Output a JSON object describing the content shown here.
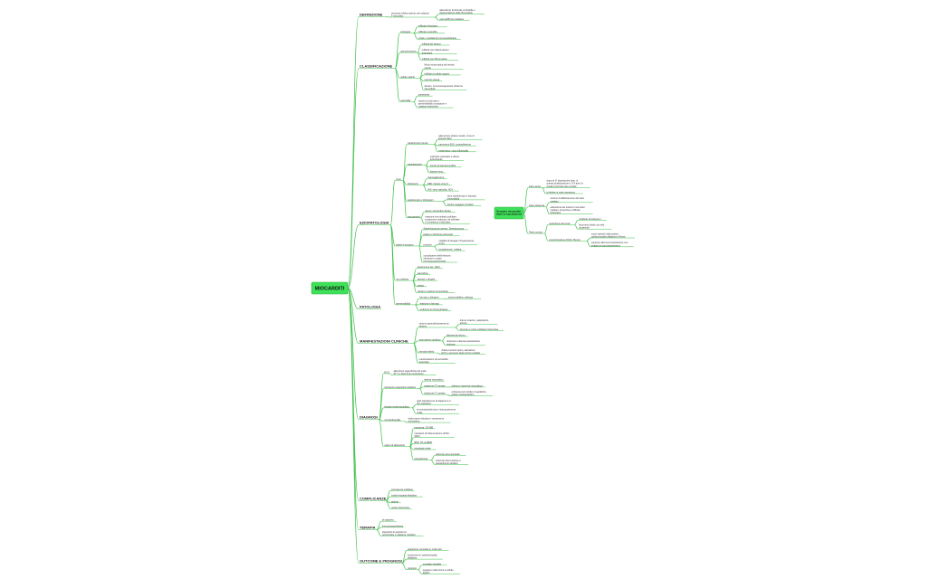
{
  "mindmap": {
    "root": "MIOCARDITI",
    "floating": {
      "label": "Sospetto miocardite dopo la vaccinazione",
      "children": [
        {
          "label": "Fase acuta",
          "children": [
            {
              "label": "dopo la 2ª dose/poche dosi, in questa pubblicazione in 3-5 anni di analisi ipotizzata dai comitati"
            },
            {
              "label": "la febbre si vede transitoria"
            }
          ]
        },
        {
          "label": "Fase subacuta",
          "children": [
            {
              "label": "sintomi di affaticamento dei fasci cardiaci"
            },
            {
              "label": "attivazione dei sistemi immunitari cardiaci, troponina e infiltrato linfocitario"
            }
          ]
        },
        {
          "label": "Fase cronica",
          "children": [
            {
              "label": "guarigione del cuore",
              "children": [
                {
                  "label": "restituito ad integrum"
                },
                {
                  "label": "fenomeni ridotti con esiti cicatriziali"
                }
              ]
            },
            {
              "label": "cronicizzazione (DCM, fibrosi)",
              "children": [
                {
                  "label": "nuovi episodi infiammatori, cardiomiopatia dilatativa e fibrosi"
                },
                {
                  "label": "supporto alla somministrazione con terapia immunosoppressiva"
                }
              ]
            }
          ]
        }
      ]
    },
    "branches": [
      {
        "label": "DEFINIZIONE",
        "children": [
          {
            "label": "processo infiammatorio che colpisce il miocardio",
            "children": [
              {
                "label": "alterazione funzionale contrattile e degenerazione delle fibrocellule"
              },
              {
                "label": "necrosi/fibrosi cardiaca"
              }
            ]
          }
        ]
      },
      {
        "label": "CLASSIFICAZIONE",
        "children": [
          {
            "label": "istologica",
            "children": [
              {
                "label": "infiltrato linfocitario"
              },
              {
                "label": "infiltrato eosinofilo"
              },
              {
                "label": "mista o mediata da immunoglobuline"
              }
            ]
          },
          {
            "label": "granulomatosa",
            "children": [
              {
                "label": "infiltrati dei tessuti"
              },
              {
                "label": "infiltrati con infiammazioni granulomi"
              },
              {
                "label": "infiltrati con fibrosi attiva"
              }
            ]
          },
          {
            "label": "cellule giganti",
            "children": [
              {
                "label": "fibrosi sintomatica dei tessuti grandi"
              },
              {
                "label": "infiltrati di cellule giganti"
              },
              {
                "label": "necrosi estesa"
              },
              {
                "label": "denaro: immunosoppressivi riducono vita cellule"
              }
            ]
          },
          {
            "label": "eosinofila",
            "children": [
              {
                "label": "parassitosi"
              },
              {
                "label": "reazioni ai farmaci e ipersensibilità a sostanze e malattie sistemiche"
              }
            ]
          }
        ]
      },
      {
        "label": "EZIOPATOLOGIA",
        "children": [
          {
            "label": "virus",
            "children": [
              {
                "label": "cardiotropici primari",
                "children": [
                  {
                    "label": "adenovirus (Adeno virale), virus di Epstein-Barr"
                  },
                  {
                    "label": "parvovirus B19, coxsackievirus"
                  },
                  {
                    "label": "enterovirus, virus influenzale"
                  }
                ]
              },
              {
                "label": "vasculotropici",
                "children": [
                  {
                    "label": "endotelio vascolare e danno all'endotelio"
                  },
                  {
                    "label": "rischio di parvovirus B19"
                  },
                  {
                    "label": "herpes virus"
                  }
                ]
              },
              {
                "label": "linfotropici",
                "children": [
                  {
                    "label": "citomegalovirus"
                  },
                  {
                    "label": "EBV, herpes virus 6"
                  },
                  {
                    "label": "HIV, virus varicella, HCV"
                  }
                ]
              },
              {
                "label": "cardiotropici e linfotropici",
                "children": [
                  {
                    "label": "virus cardiotropici e risposta immunitaria"
                  },
                  {
                    "label": "rischio maggiore di infarti"
                  }
                ]
              },
              {
                "label": "meccanismi",
                "children": [
                  {
                    "label": "danno miocardico diretto"
                  },
                  {
                    "label": "reazione immunitaria cellulare, produzione anticorpi, lisi cellulare e mimetismo molecolare"
                  }
                ]
              }
            ]
          },
          {
            "label": "batteri e protozoi",
            "children": [
              {
                "label": "Staphylococcus aureus, Streptococcus"
              },
              {
                "label": "batteri e infezione polmonari"
              },
              {
                "label": "protozoi",
                "children": [
                  {
                    "label": "malattia di Chagas (Trypanosoma cruzi)"
                  },
                  {
                    "label": "toxoplasmosi, malaria"
                  }
                ]
              },
              {
                "label": "complicanze dell'infezione, infezione in ospiti immunocompromessi"
              }
            ]
          },
          {
            "label": "non infettive",
            "children": [
              {
                "label": "autoimmuni (es. LES)"
              },
              {
                "label": "sarcoidosi"
              },
              {
                "label": "farmaci e droghe"
              },
              {
                "label": "tossici"
              },
              {
                "label": "vaccini e reazioni immunitarie"
              }
            ]
          },
          {
            "label": "ipersensibilità",
            "children": [
              {
                "label": "farmaci o allergeni",
                "children": [
                  {
                    "label": "ipersensibilità o allergia"
                  }
                ]
              },
              {
                "label": "reazione a farmaci"
              },
              {
                "label": "sindrome di Churg-Strauss"
              }
            ]
          }
        ]
      },
      {
        "label": "PATOLOGIA",
        "children": []
      },
      {
        "label": "MANIFESTAZIONI CLINICHE",
        "children": [
          {
            "label": "sintomi aspecifici/assenza di sintomi",
            "children": [
              {
                "label": "dolore toracico, palpitazioni, aritmie"
              },
              {
                "label": "sincope e morte cardiaca improvvisa"
              }
            ]
          },
          {
            "label": "scompenso cardiaco",
            "children": [
              {
                "label": "dispnea da sforzo"
              },
              {
                "label": "ortopnea e dispnea parossistica notturna"
              }
            ]
          },
          {
            "label": "pseudo-infarto",
            "children": [
              {
                "label": "dolore toracico tipico, alterazioni ECG e aumento degli enzimi cardiaci"
              }
            ]
          },
          {
            "label": "manifestazioni di pericardite associata"
          }
        ]
      },
      {
        "label": "DIAGNOSI",
        "children": [
          {
            "label": "ECG",
            "children": [
              {
                "label": "alterazioni aspecifiche del tratto ST-T e blocchi di conduzione"
              }
            ]
          },
          {
            "label": "risonanza magnetica cardiaca",
            "children": [
              {
                "label": "edema miocardico"
              },
              {
                "label": "sequenze T2 pesate",
                "children": [
                  {
                    "label": "edema e iperemia miocardica"
                  }
                ]
              },
              {
                "label": "sequenze T1 pesate",
                "children": [
                  {
                    "label": "enhancement tardivo di gadolinio, pattern subepicardico"
                  }
                ]
              }
            ]
          },
          {
            "label": "biopsia endomiocardica",
            "children": [
              {
                "label": "gold standard per la diagnosi e il tipo istologico"
              },
              {
                "label": "immunoistochimica e ricerca genoma virale"
              }
            ]
          },
          {
            "label": "ecocardiografia",
            "children": [
              {
                "label": "disfunzione sistolica e versamento pericardico"
              }
            ]
          },
          {
            "label": "esami di laboratorio",
            "children": [
              {
                "label": "troponina, CK-MB"
              },
              {
                "label": "marcatori di infiammazione (PCR, VES)"
              },
              {
                "label": "BNP, NT-proBNP"
              },
              {
                "label": "sierologia virale"
              },
              {
                "label": "autoanticorpi",
                "children": [
                  {
                    "label": "anticorpi anti-miocardio"
                  },
                  {
                    "label": "anticorpi anti-recettore e autoanticorpi cardiaci"
                  }
                ]
              }
            ]
          }
        ]
      },
      {
        "label": "COMPLICANZE",
        "children": [
          {
            "label": "scompenso cardiaco"
          },
          {
            "label": "cardiomiopatia dilatativa"
          },
          {
            "label": "aritmie"
          },
          {
            "label": "morte improvvisa"
          }
        ]
      },
      {
        "label": "TERAPIA",
        "children": [
          {
            "label": "di supporto"
          },
          {
            "label": "immunosoppressiva"
          },
          {
            "label": "dispositivi di assistenza ventricolare e trapianto cardiaco"
          }
        ]
      },
      {
        "label": "OUTCOME E PROGNOSI",
        "children": [
          {
            "label": "guarigione completa in molti casi"
          },
          {
            "label": "evoluzione in cardiomiopatia dilatativa"
          },
          {
            "label": "prognosi",
            "children": [
              {
                "label": "mortalità variabile"
              },
              {
                "label": "peggiore nella forma a cellule giganti"
              }
            ]
          }
        ]
      }
    ]
  }
}
